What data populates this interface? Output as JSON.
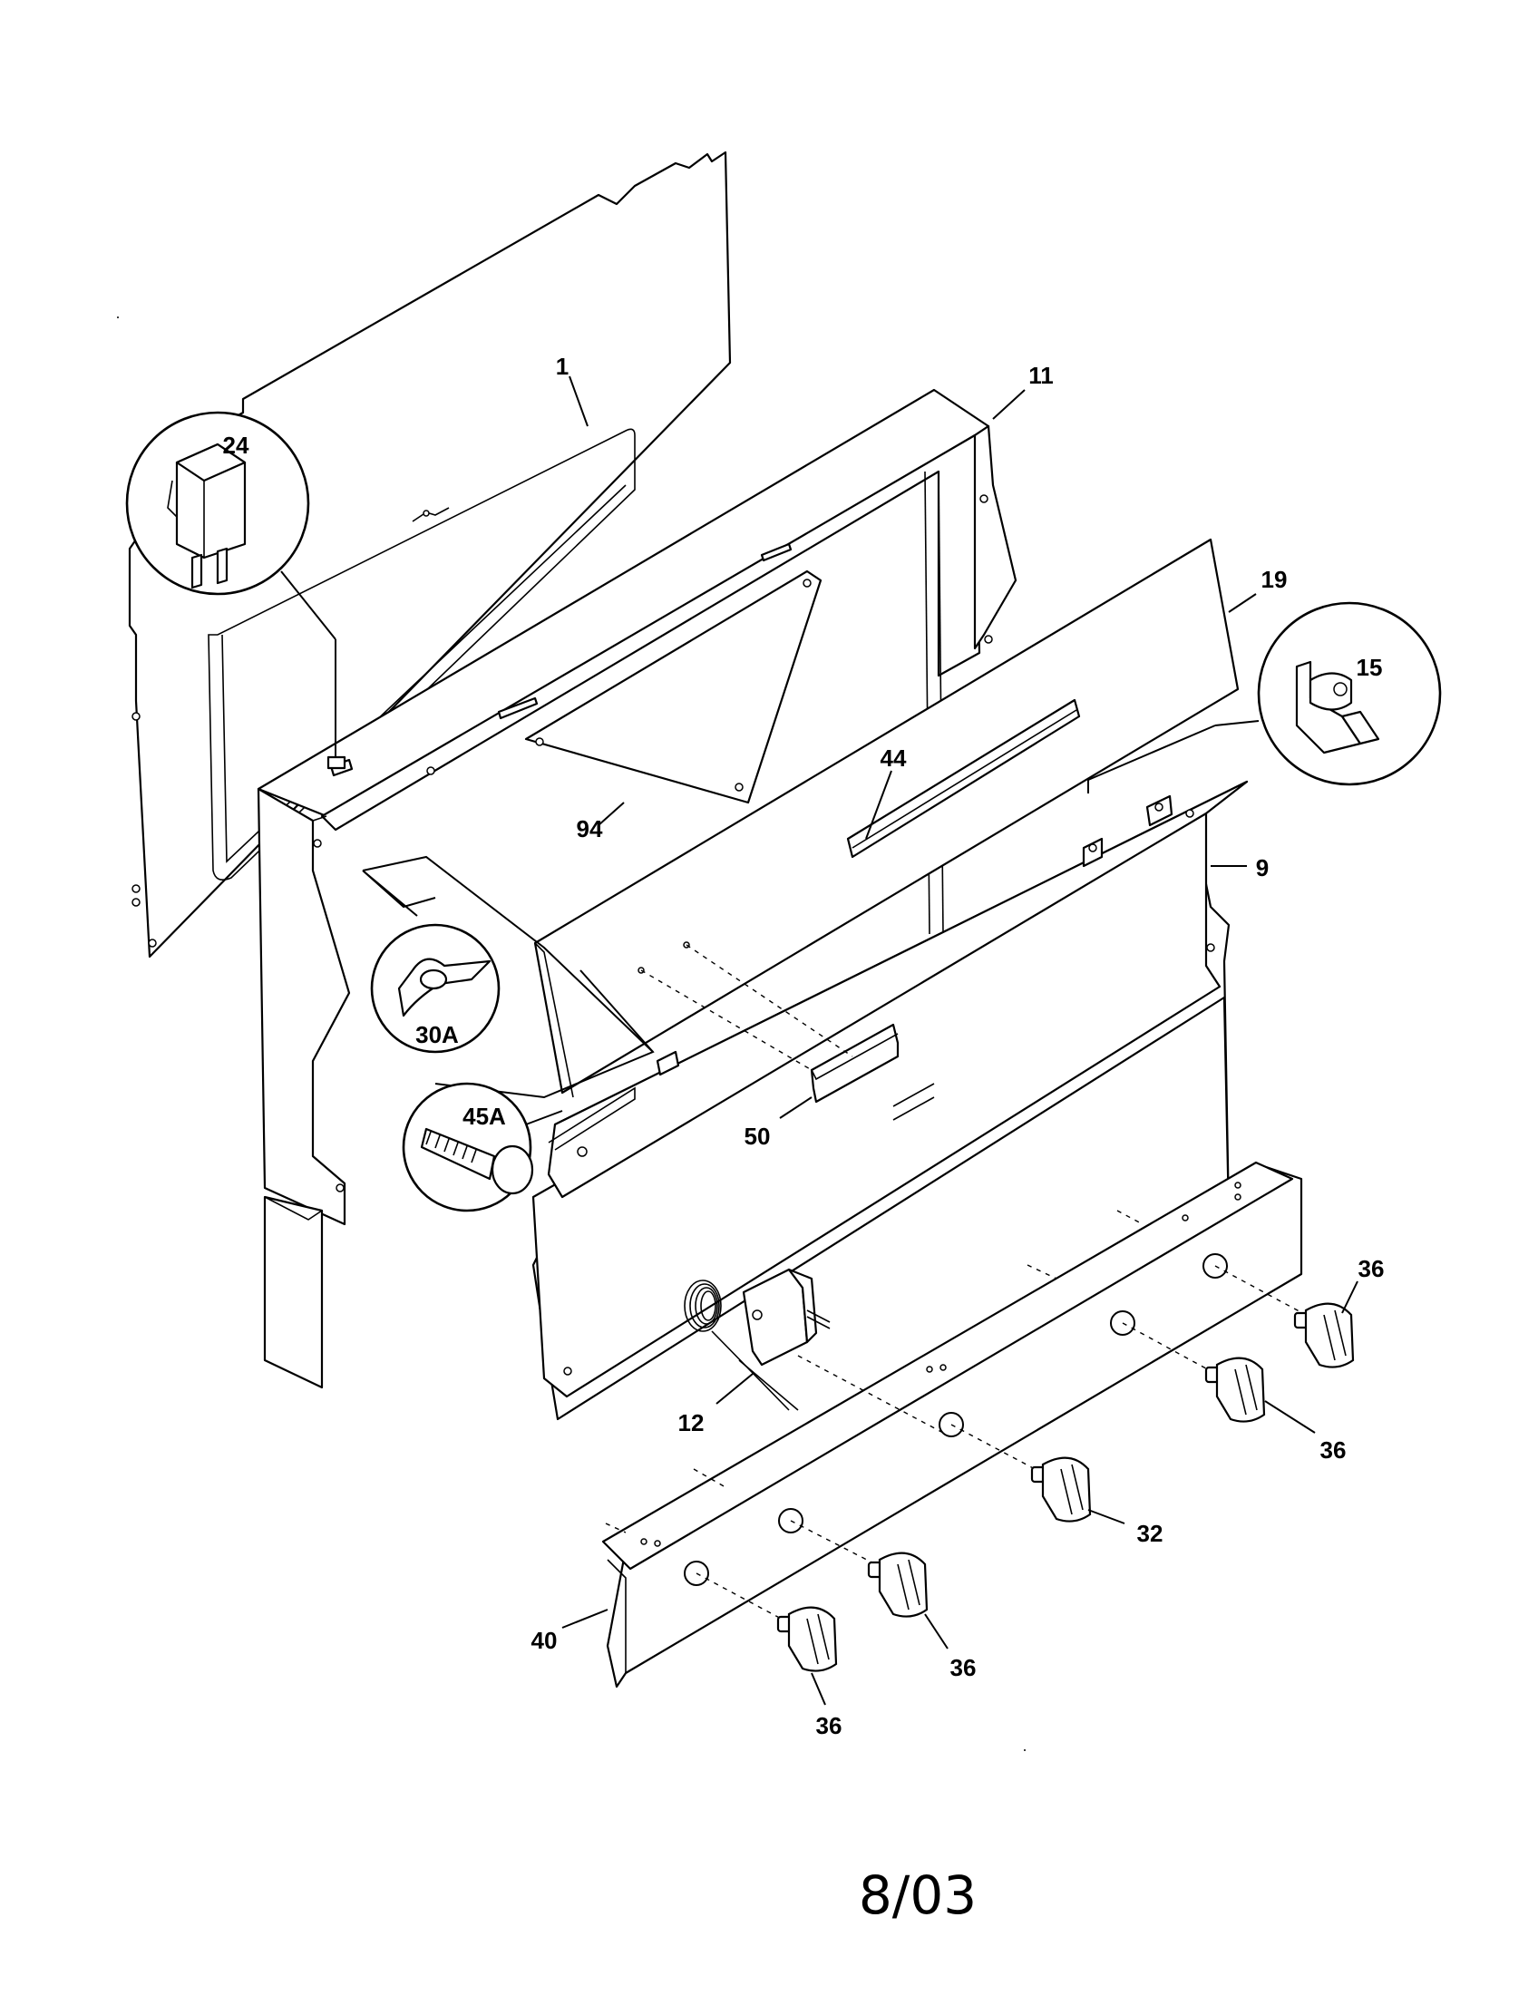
{
  "labels": {
    "part_1": "1",
    "part_11": "11",
    "part_24": "24",
    "part_19": "19",
    "part_15": "15",
    "part_44": "44",
    "part_94": "94",
    "part_9": "9",
    "part_30A": "30A",
    "part_45A": "45A",
    "part_50": "50",
    "part_36_a": "36",
    "part_36_b": "36",
    "part_12": "12",
    "part_32": "32",
    "part_40": "40",
    "part_36_c": "36",
    "part_36_d": "36"
  },
  "footer": {
    "date_code": "8/03"
  }
}
